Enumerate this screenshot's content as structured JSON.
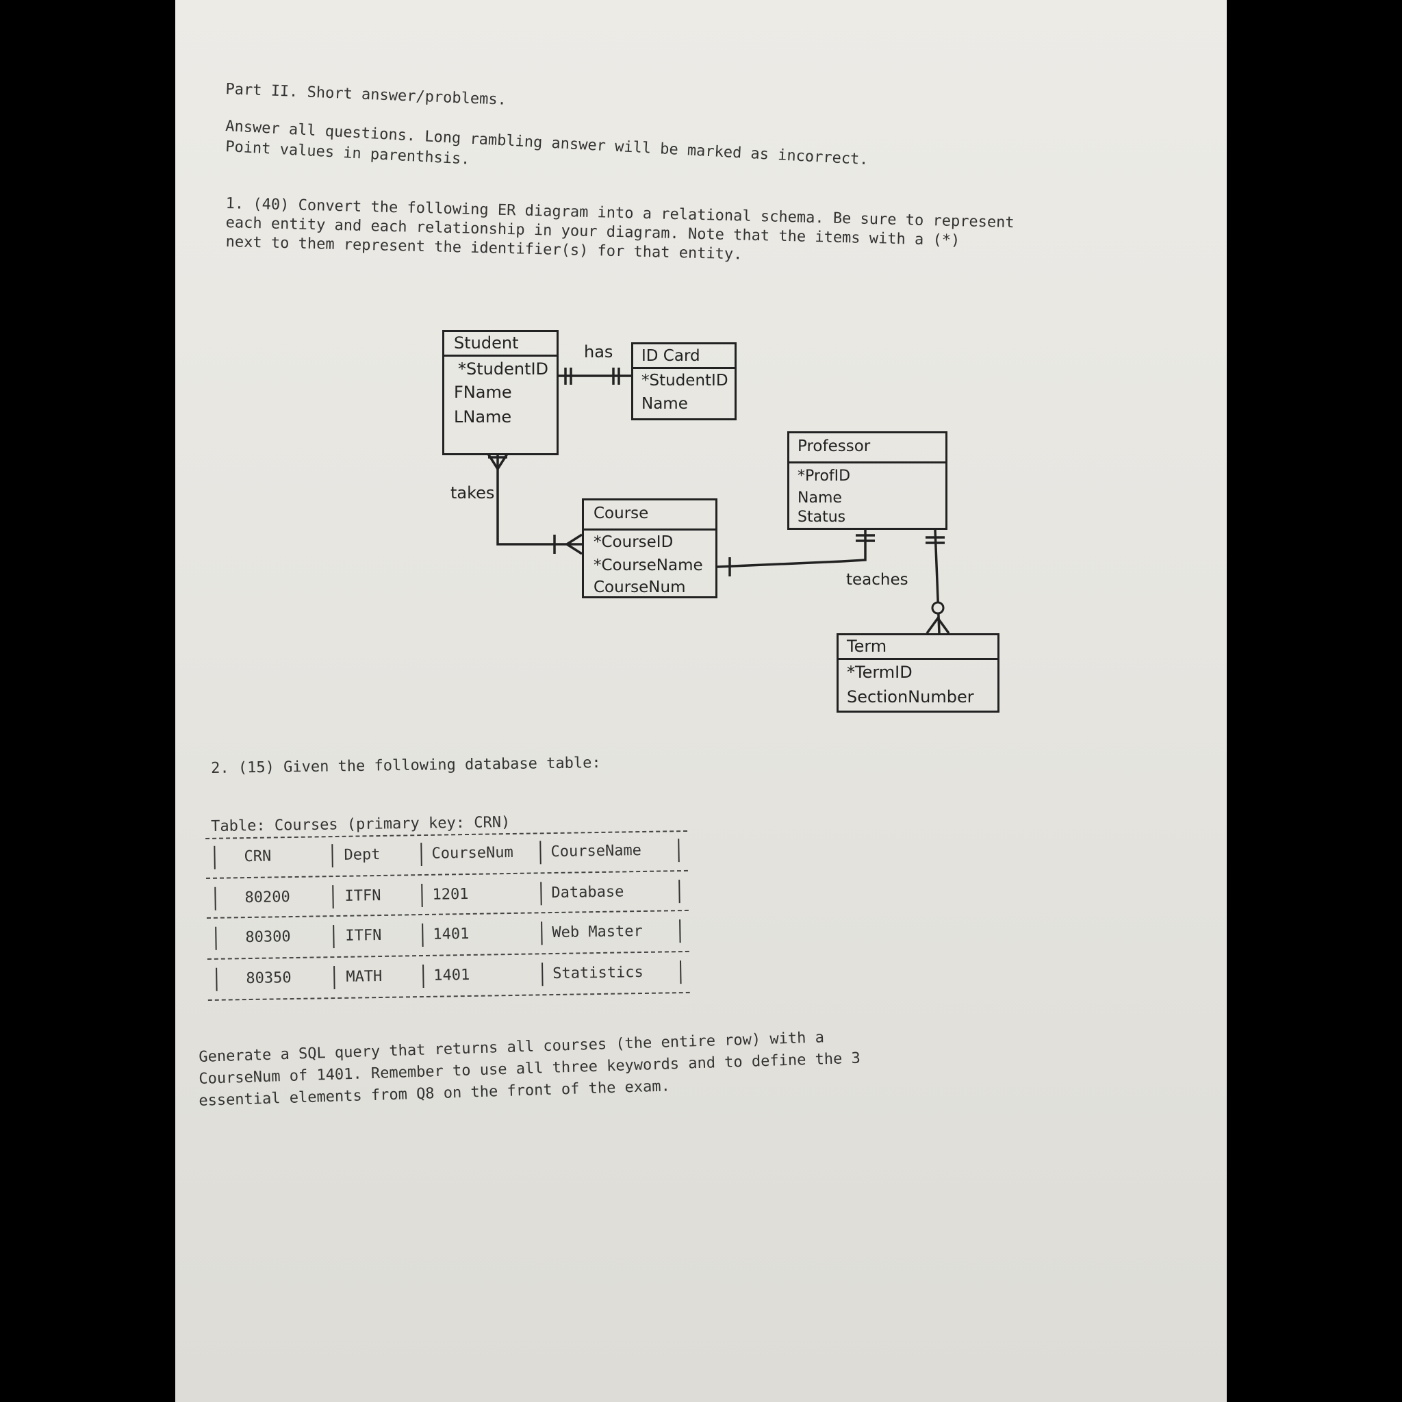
{
  "header": {
    "part_title": "Part II. Short answer/problems.",
    "instructions_line1": "Answer all questions. Long rambling answer will be marked as incorrect.",
    "instructions_line2": "Point values in parenthsis."
  },
  "question1": {
    "line1": "1. (40) Convert the following ER diagram into a relational schema. Be sure to represent",
    "line2": "each entity and each relationship in your diagram. Note that the items with a (*)",
    "line3": "next to them represent the identifier(s) for that entity."
  },
  "er_diagram": {
    "student": {
      "title": "Student",
      "attrs": [
        "*StudentID",
        "FName",
        "LName"
      ]
    },
    "idcard": {
      "title": "ID Card",
      "attrs": [
        "*StudentID",
        "Name"
      ]
    },
    "professor": {
      "title": "Professor",
      "attrs": [
        "*ProfID",
        "Name",
        "Status"
      ]
    },
    "course": {
      "title": "Course",
      "attrs": [
        "*CourseID",
        "*CourseName",
        "CourseNum"
      ]
    },
    "term": {
      "title": "Term",
      "attrs": [
        "*TermID",
        "SectionNumber"
      ]
    },
    "relationships": {
      "has": "has",
      "takes": "takes",
      "teaches": "teaches"
    }
  },
  "question2": {
    "intro": "2. (15) Given the following database table:",
    "table_caption": "Table: Courses (primary key: CRN)",
    "columns": [
      "CRN",
      "Dept",
      "CourseNum",
      "CourseName"
    ],
    "rows": [
      [
        "80200",
        "ITFN",
        "1201",
        "Database"
      ],
      [
        "80300",
        "ITFN",
        "1401",
        "Web Master"
      ],
      [
        "80350",
        "MATH",
        "1401",
        "Statistics"
      ]
    ],
    "prompt_line1": "Generate a SQL query that returns all courses (the entire row) with a",
    "prompt_line2": "CourseNum of 1401.  Remember to use all three keywords and to define the 3",
    "prompt_line3": "essential elements from Q8 on the front of the exam."
  }
}
